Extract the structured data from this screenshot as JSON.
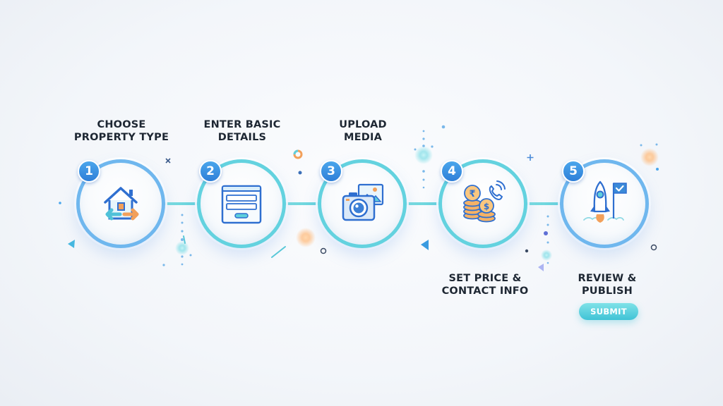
{
  "steps": [
    {
      "number": "1",
      "label_line1": "CHOOSE",
      "label_line2": "PROPERTY TYPE",
      "icon": "house-arrows-icon"
    },
    {
      "number": "2",
      "label_line1": "ENTER BASIC",
      "label_line2": "DETAILS",
      "icon": "form-window-icon"
    },
    {
      "number": "3",
      "label_line1": "UPLOAD",
      "label_line2": "MEDIA",
      "icon": "camera-photo-icon"
    },
    {
      "number": "4",
      "label_line1": "SET PRICE &",
      "label_line2": "CONTACT INFO",
      "icon": "coins-phone-icon"
    },
    {
      "number": "5",
      "label_line1": "REVIEW &",
      "label_line2": "PUBLISH",
      "icon": "rocket-flag-icon"
    }
  ],
  "submit_button": {
    "label": "SUBMIT"
  },
  "colors": {
    "ring": "#63d2df",
    "number_badge": "#2f7fd8",
    "accent_orange": "#f29a4a",
    "button": "#40c3d6",
    "text": "#1e2733"
  }
}
